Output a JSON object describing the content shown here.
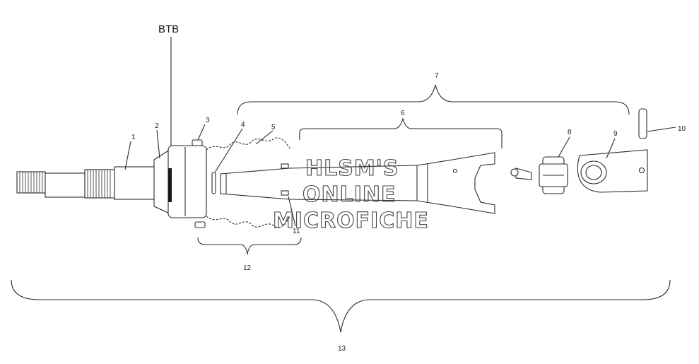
{
  "heading": "BTB",
  "watermark": [
    "HLSM'S",
    "ONLINE",
    "MICROFICHE"
  ],
  "callouts": {
    "c1": "1",
    "c2": "2",
    "c3": "3",
    "c4": "4",
    "c5": "5",
    "c6": "6",
    "c7": "7",
    "c8": "8",
    "c9": "9",
    "c10": "10",
    "c11": "11",
    "c12": "12",
    "c13": "13"
  }
}
